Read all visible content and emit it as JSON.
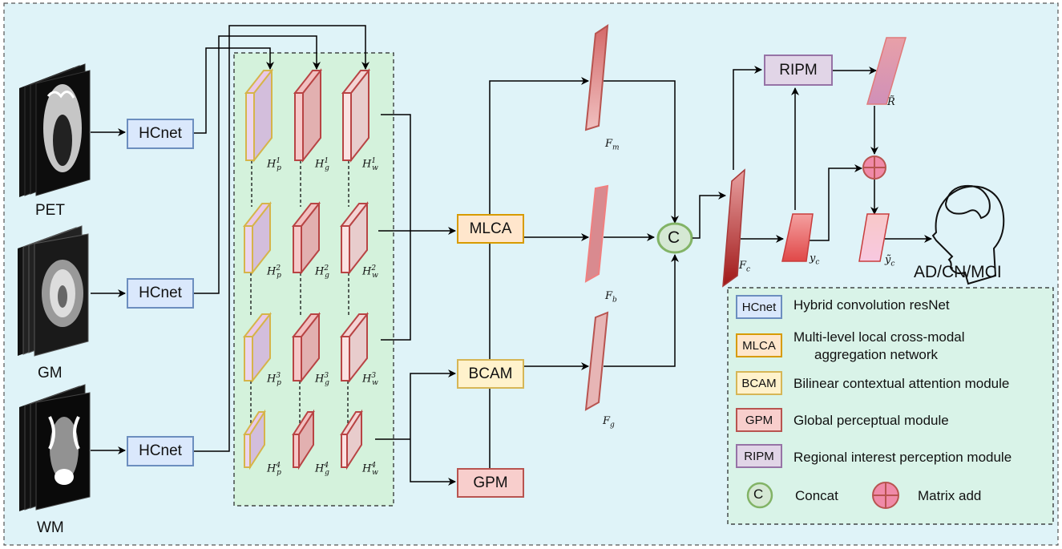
{
  "inputs": [
    {
      "label": "PET"
    },
    {
      "label": "GM"
    },
    {
      "label": "WM"
    }
  ],
  "encoders": [
    {
      "label": "HCnet"
    },
    {
      "label": "HCnet"
    },
    {
      "label": "HCnet"
    }
  ],
  "feature_stack": {
    "columns": [
      {
        "id": "p",
        "rows": [
          "H_p^1",
          "H_p^2",
          "H_p^3",
          "H_p^4"
        ],
        "sub": "p"
      },
      {
        "id": "g",
        "rows": [
          "H_g^1",
          "H_g^2",
          "H_g^3",
          "H_g^4"
        ],
        "sub": "g"
      },
      {
        "id": "w",
        "rows": [
          "H_w^1",
          "H_w^2",
          "H_w^3",
          "H_w^4"
        ],
        "sub": "w"
      }
    ],
    "levels": [
      "1",
      "2",
      "3",
      "4"
    ]
  },
  "modules": {
    "mlca": "MLCA",
    "bcam": "BCAM",
    "gpm": "GPM",
    "ripm": "RIPM",
    "concat": "C"
  },
  "features": {
    "fm": {
      "base": "F",
      "sub": "m"
    },
    "fb": {
      "base": "F",
      "sub": "b"
    },
    "fg": {
      "base": "F",
      "sub": "g"
    },
    "fc": {
      "base": "F",
      "sub": "c"
    },
    "yc": {
      "base": "y",
      "sub": "c"
    },
    "ytc": {
      "base": "ỹ",
      "sub": "c"
    },
    "rt": {
      "base": "R̃"
    }
  },
  "output": {
    "label": "AD/CN/MCI"
  },
  "legend": [
    {
      "key": "HCnet",
      "text": "Hybrid convolution resNet"
    },
    {
      "key": "MLCA",
      "text": "Multi-level local cross-modal",
      "text2": "aggregation network"
    },
    {
      "key": "BCAM",
      "text": "Bilinear contextual attention module"
    },
    {
      "key": "GPM",
      "text": "Global perceptual module"
    },
    {
      "key": "RIPM",
      "text": "Regional interest perception module"
    },
    {
      "key": "C",
      "text": "Concat"
    },
    {
      "key": "matrix-add",
      "text": "Matrix add"
    }
  ],
  "colors": {
    "background": "#dff3f8",
    "stack_bg": "#d4f2dc",
    "legend_bg": "#d9f3e8",
    "hcnet_fill": "#dae8fc",
    "hcnet_stroke": "#6c8ebf",
    "mlca_fill": "#ffe6cc",
    "mlca_stroke": "#d79b00",
    "bcam_fill": "#fff2cc",
    "bcam_stroke": "#d6b656",
    "gpm_fill": "#f8cecc",
    "gpm_stroke": "#b85450",
    "ripm_fill": "#e1d5e7",
    "ripm_stroke": "#9673a6",
    "concat_fill": "#d5e8d4",
    "concat_stroke": "#82b366",
    "add_fill": "#f08aa8",
    "add_stroke": "#b85450"
  }
}
